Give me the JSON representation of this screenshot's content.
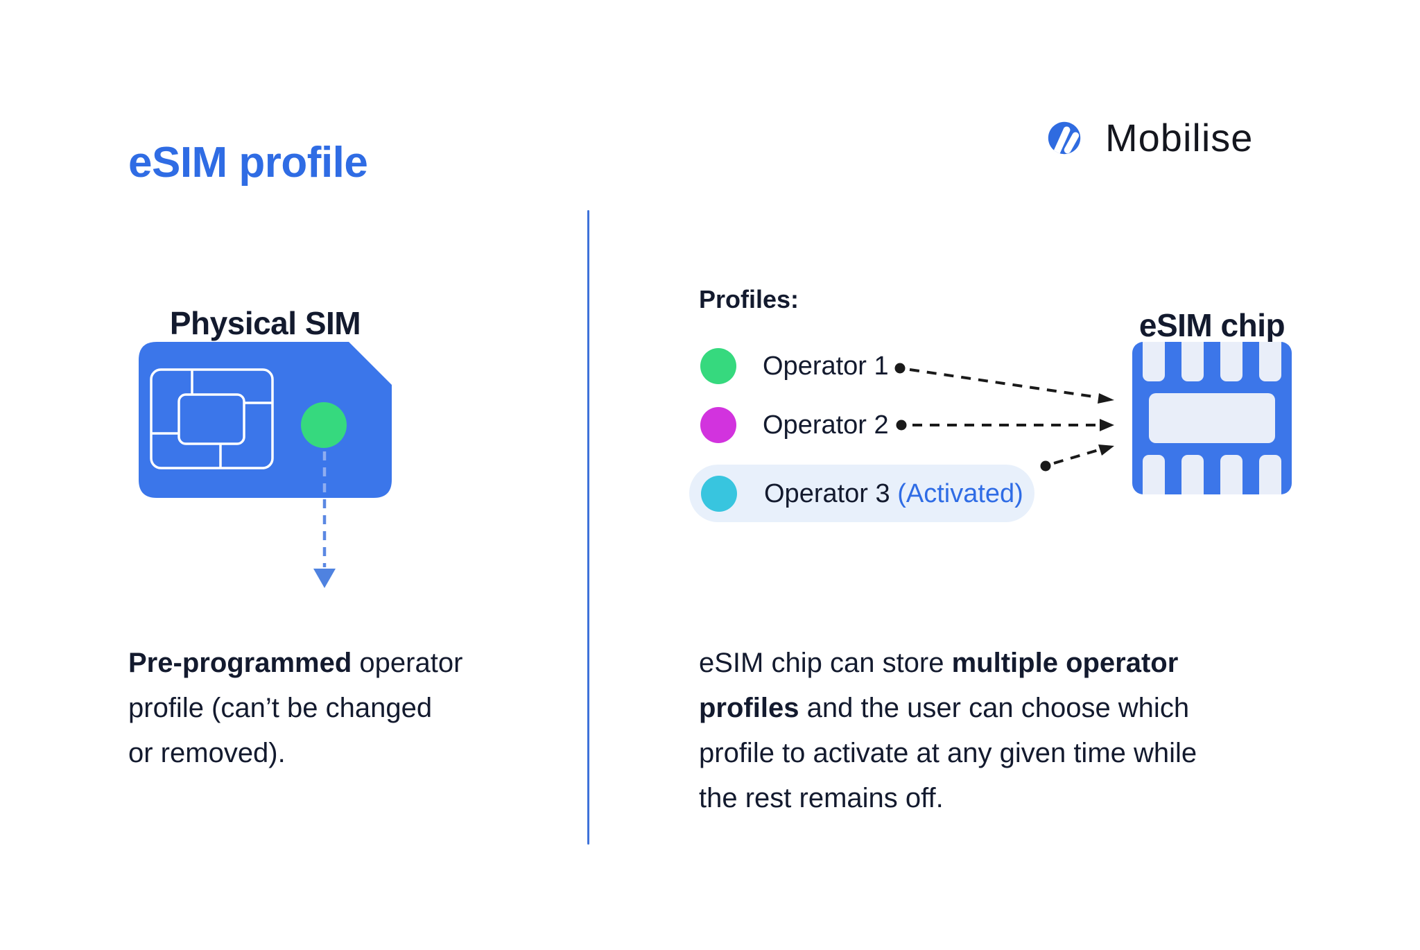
{
  "header": {
    "title": "eSIM profile",
    "brand": "Mobilise"
  },
  "left": {
    "heading": "Physical SIM",
    "caption": {
      "l1_bold": "Pre-programmed",
      "l1_rest": " operator",
      "l2": "profile (can’t be changed",
      "l3": "or removed)."
    }
  },
  "right": {
    "profiles_label": "Profiles:",
    "operators": [
      {
        "name": "Operator 1",
        "color": "#36d97e",
        "status": ""
      },
      {
        "name": "Operator 2",
        "color": "#d233de",
        "status": ""
      },
      {
        "name": "Operator 3",
        "color": "#38c5df",
        "status": "(Activated)"
      }
    ],
    "chip_heading": "eSIM chip",
    "caption": {
      "l1a": "eSIM chip can store ",
      "l1b": "multiple operator",
      "l2a": "profiles",
      "l2b": " and the user can choose which",
      "l3": "profile to activate at any given time while",
      "l4": "the rest remains off."
    }
  },
  "colors": {
    "accent_blue": "#2f6ce4",
    "card_blue": "#3b76ea",
    "chip_blue": "#3c76e9",
    "chip_pad": "#e9eef9",
    "pill_bg": "#e8f0fb",
    "divider_blue": "#3e72d9",
    "connector_black": "#1a1a1a",
    "down_arrow_blue": "#4f82e0",
    "dash_on_card": "#8fadf0",
    "dash_below_card": "#5b88e3",
    "logo_blue": "#2f6be0",
    "text_dark": "#131a2e"
  }
}
